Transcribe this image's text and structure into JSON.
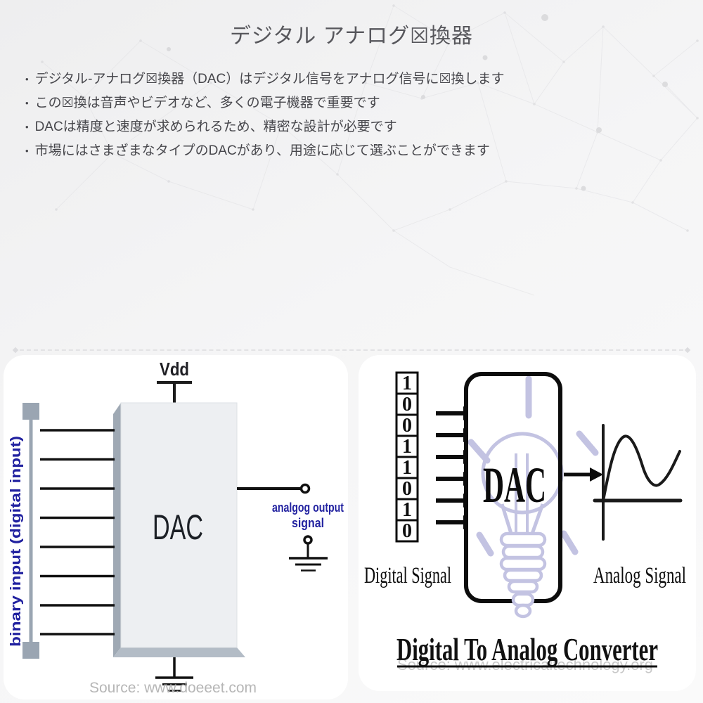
{
  "page": {
    "title": "デジタル アナログ☒換器",
    "bullet_marker": "•",
    "bullets": [
      "デジタル-アナログ☒換器（DAC）はデジタル信号をアナログ信号に☒換します",
      "この☒換は音声やビデオなど、多くの電子機器で重要です",
      "DACは精度と速度が求められるため、精密な設計が必要です",
      "市場にはさまざまなタイプのDACがあり、用途に応じて選ぶことができます"
    ]
  },
  "left_diagram": {
    "vdd_label": "Vdd",
    "chip_label": "DAC",
    "input_axis_label": "binary input (digital input)",
    "output_label_line1": "analgog output",
    "output_label_line2": "signal",
    "source": "Source: www.doeeet.com"
  },
  "right_diagram": {
    "bits": [
      "1",
      "0",
      "0",
      "1",
      "1",
      "0",
      "1",
      "0"
    ],
    "chip_label": "DAC",
    "input_label": "Digital Signal",
    "output_label": "Analog Signal",
    "caption": "Digital To Analog Converter",
    "watermark": "Source: www.electricaltechnology.org"
  },
  "colors": {
    "label_navy": "#2222a0",
    "bulb_lavender": "#c3c3e2",
    "chip_fill": "#edeff2",
    "chip_side": "#9fa9b4",
    "chip_bottom": "#b3bcc6",
    "bus_gray": "#9aa5b2",
    "source_gray": "#b6b6b6",
    "watermark_gray": "#c9c9c9"
  }
}
